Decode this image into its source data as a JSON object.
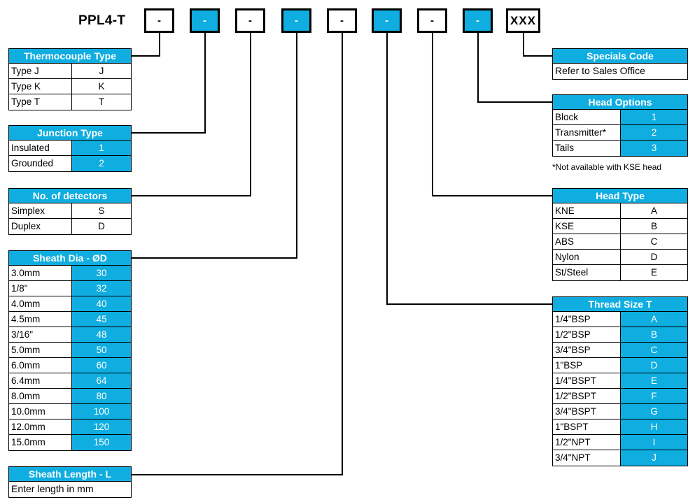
{
  "diagram": {
    "title": "PPL4-T",
    "part_code_boxes": [
      {
        "name": "box-thermocouple-type",
        "text": "-",
        "style": "white"
      },
      {
        "name": "box-junction-type",
        "text": "-",
        "style": "blue"
      },
      {
        "name": "box-no-of-detectors",
        "text": "-",
        "style": "white"
      },
      {
        "name": "box-sheath-dia",
        "text": "-",
        "style": "blue"
      },
      {
        "name": "box-sheath-length",
        "text": "-",
        "style": "white"
      },
      {
        "name": "box-thread-size",
        "text": "-",
        "style": "blue"
      },
      {
        "name": "box-head-type",
        "text": "-",
        "style": "white"
      },
      {
        "name": "box-head-options",
        "text": "-",
        "style": "blue"
      },
      {
        "name": "box-specials-code",
        "text": "XXX",
        "style": "white"
      }
    ]
  },
  "tables": {
    "thermocouple_type": {
      "title": "Thermocouple Type",
      "value_style": "white",
      "rows": [
        {
          "label": "Type J",
          "code": "J"
        },
        {
          "label": "Type K",
          "code": "K"
        },
        {
          "label": "Type T",
          "code": "T"
        }
      ]
    },
    "junction_type": {
      "title": "Junction Type",
      "value_style": "blue",
      "rows": [
        {
          "label": "Insulated",
          "code": "1"
        },
        {
          "label": "Grounded",
          "code": "2"
        }
      ]
    },
    "no_of_detectors": {
      "title": "No. of detectors",
      "value_style": "white",
      "rows": [
        {
          "label": "Simplex",
          "code": "S"
        },
        {
          "label": "Duplex",
          "code": "D"
        }
      ]
    },
    "sheath_dia": {
      "title": "Sheath Dia - ØD",
      "value_style": "blue",
      "rows": [
        {
          "label": "3.0mm",
          "code": "30"
        },
        {
          "label": "1/8\"",
          "code": "32"
        },
        {
          "label": "4.0mm",
          "code": "40"
        },
        {
          "label": "4.5mm",
          "code": "45"
        },
        {
          "label": "3/16\"",
          "code": "48"
        },
        {
          "label": "5.0mm",
          "code": "50"
        },
        {
          "label": "6.0mm",
          "code": "60"
        },
        {
          "label": "6.4mm",
          "code": "64"
        },
        {
          "label": "8.0mm",
          "code": "80"
        },
        {
          "label": "10.0mm",
          "code": "100"
        },
        {
          "label": "12.0mm",
          "code": "120"
        },
        {
          "label": "15.0mm",
          "code": "150"
        }
      ]
    },
    "sheath_length": {
      "title": "Sheath Length - L",
      "instruction": "Enter length in mm"
    },
    "specials_code": {
      "title": "Specials Code",
      "instruction": "Refer to Sales Office"
    },
    "head_options": {
      "title": "Head Options",
      "value_style": "blue",
      "rows": [
        {
          "label": "Block",
          "code": "1"
        },
        {
          "label": "Transmitter*",
          "code": "2"
        },
        {
          "label": "Tails",
          "code": "3"
        }
      ],
      "footnote": "*Not available with KSE head"
    },
    "head_type": {
      "title": "Head Type",
      "value_style": "white",
      "rows": [
        {
          "label": "KNE",
          "code": "A"
        },
        {
          "label": "KSE",
          "code": "B"
        },
        {
          "label": "ABS",
          "code": "C"
        },
        {
          "label": "Nylon",
          "code": "D"
        },
        {
          "label": "St/Steel",
          "code": "E"
        }
      ]
    },
    "thread_size": {
      "title": "Thread Size T",
      "value_style": "blue",
      "rows": [
        {
          "label": "1/4\"BSP",
          "code": "A"
        },
        {
          "label": "1/2\"BSP",
          "code": "B"
        },
        {
          "label": "3/4\"BSP",
          "code": "C"
        },
        {
          "label": "1\"BSP",
          "code": "D"
        },
        {
          "label": "1/4\"BSPT",
          "code": "E"
        },
        {
          "label": "1/2\"BSPT",
          "code": "F"
        },
        {
          "label": "3/4\"BSPT",
          "code": "G"
        },
        {
          "label": "1\"BSPT",
          "code": "H"
        },
        {
          "label": "1/2\"NPT",
          "code": "I"
        },
        {
          "label": "3/4\"NPT",
          "code": "J"
        }
      ]
    }
  },
  "colors": {
    "accent_blue": "#0FADE0",
    "line": "#000000",
    "background": "#FFFFFF"
  }
}
